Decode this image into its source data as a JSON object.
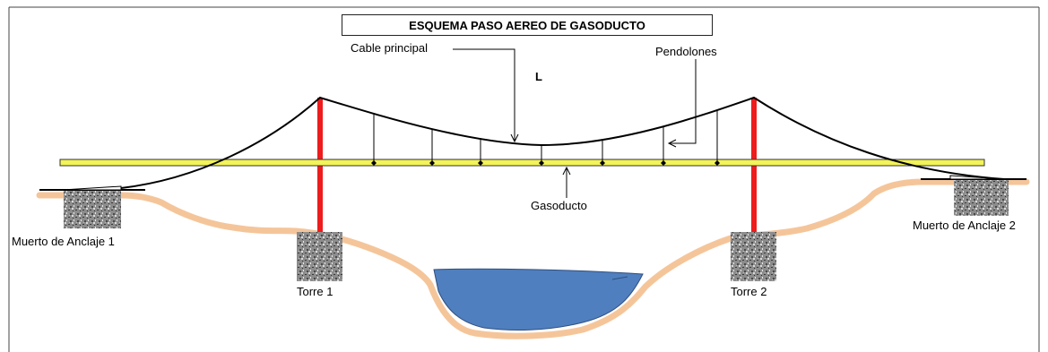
{
  "title": "ESQUEMA PASO AEREO DE GASODUCTO",
  "labels": {
    "cable_principal": "Cable principal",
    "pendolones": "Pendolones",
    "span": "L",
    "gasoducto": "Gasoducto",
    "anchor_left": "Muerto de Anclaje 1",
    "anchor_right": "Muerto de Anclaje 2",
    "tower_left": "Torre 1",
    "tower_right": "Torre 2"
  },
  "colors": {
    "tower": "#ee1c1c",
    "pipe": "#f3f35a",
    "ground": "#f5c59a",
    "water": "#4f7fbf",
    "cable": "#000000"
  }
}
